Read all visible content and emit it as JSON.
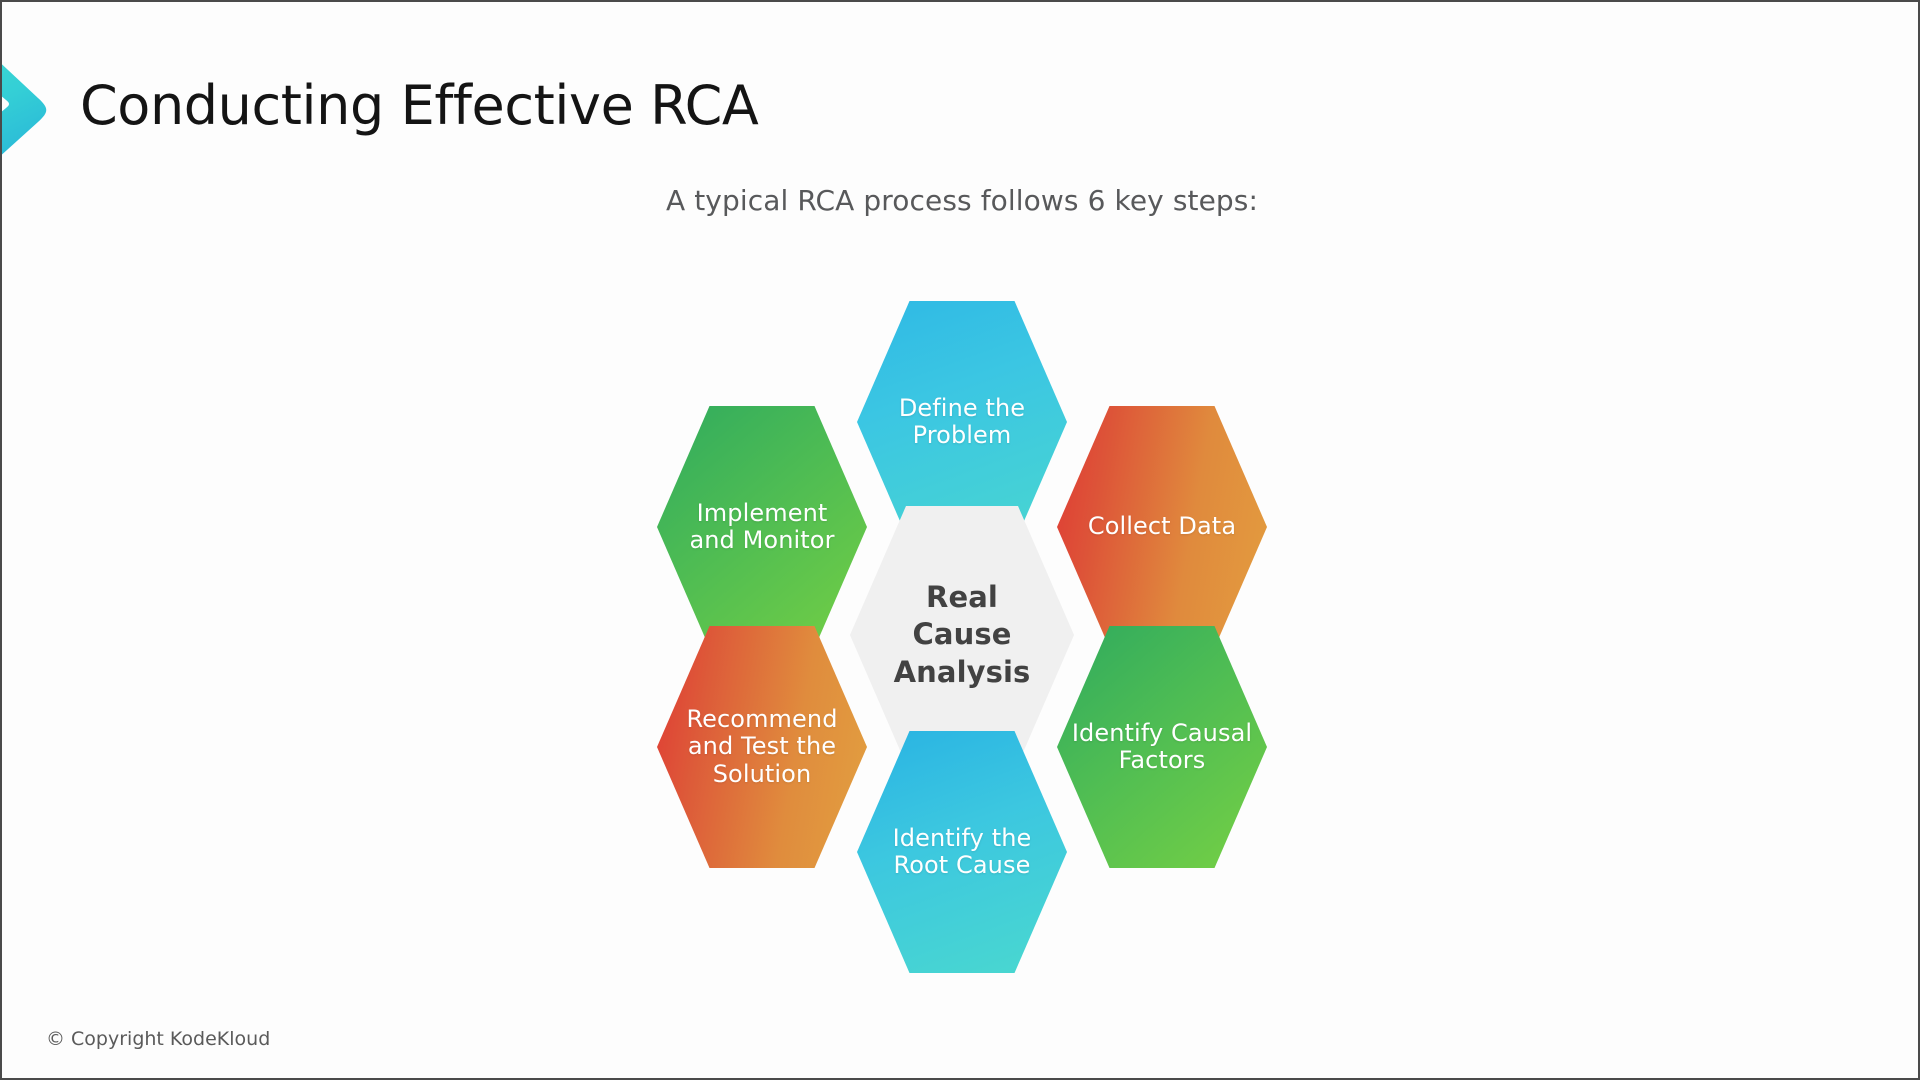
{
  "slide": {
    "title": "Conducting Effective RCA",
    "subtitle": "A typical RCA process follows 6 key steps:",
    "footer": "© Copyright KodeKloud",
    "background_color": "#fdfdfd",
    "title_color": "#141414",
    "subtitle_color": "#58595b"
  },
  "decoration": {
    "chevron_icon_name": "kodekloud-chevron-icon",
    "gradient_from": "#3fe0cf",
    "gradient_to": "#29b6d8"
  },
  "diagram": {
    "type": "honeycomb",
    "center": {
      "label": "Real\nCause\nAnalysis",
      "fill": "#f0f0f0",
      "text_color": "#424242"
    },
    "steps": [
      {
        "index": 1,
        "label": "Define the\nProblem",
        "position": "top",
        "gradient_from": "#2fb9e4",
        "gradient_to": "#49d6d0",
        "text_color": "#ffffff"
      },
      {
        "index": 2,
        "label": "Collect Data",
        "position": "upper-right",
        "gradient_from": "#e03a34",
        "gradient_to": "#e39d3e",
        "text_color": "#ffffff"
      },
      {
        "index": 3,
        "label": "Identify Causal\nFactors",
        "position": "lower-right",
        "gradient_from": "#2faa5e",
        "gradient_to": "#76d044",
        "text_color": "#ffffff"
      },
      {
        "index": 4,
        "label": "Identify the\nRoot Cause",
        "position": "bottom",
        "gradient_from": "#29b3e3",
        "gradient_to": "#4ad8cf",
        "text_color": "#ffffff"
      },
      {
        "index": 5,
        "label": "Recommend\nand Test the\nSolution",
        "position": "lower-left",
        "gradient_from": "#e03a34",
        "gradient_to": "#e2a040",
        "text_color": "#ffffff"
      },
      {
        "index": 6,
        "label": "Implement\nand Monitor",
        "position": "upper-left",
        "gradient_from": "#30ab5e",
        "gradient_to": "#74cf44",
        "text_color": "#ffffff"
      }
    ]
  }
}
